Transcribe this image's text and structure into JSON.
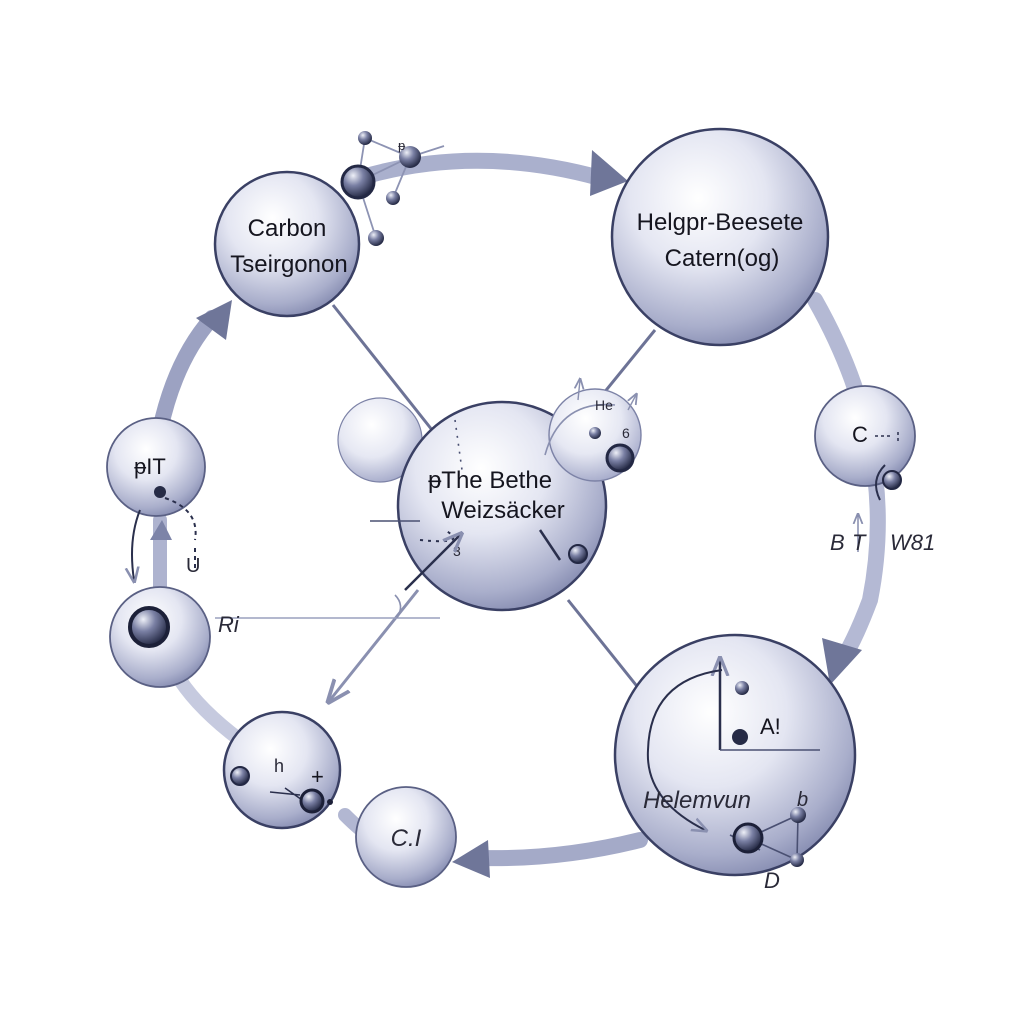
{
  "nodes": {
    "carbon": {
      "line1": "Carbon",
      "line2": "Tseirgonon"
    },
    "helgon": {
      "line1": "Helgpr-Beesete",
      "line2": "Catern(og)"
    },
    "center": {
      "line1": "ᵽThe Bethe",
      "line2": "Weizsäcker",
      "sub": "3"
    },
    "small_he": {
      "line1": "He",
      "line2": "6"
    },
    "right_c": {
      "label": "C"
    },
    "left_top": {
      "label": "ᵽIT"
    },
    "c_bottom": {
      "label": "C.I"
    },
    "bl_node": {
      "label_h": "h",
      "label_plus": "+"
    },
    "helemvun": {
      "label": "Helemvun",
      "label_a": "A!",
      "label_b": "b",
      "label_d": "D"
    }
  },
  "side_labels": {
    "right_b": "B",
    "right_t": "T",
    "right_w": "W81",
    "left_r": "Ri",
    "left_u": "U"
  },
  "colors": {
    "ring": "#7d84a8",
    "sphere_light": "#f4f5fb",
    "sphere_dark": "#8e94b8",
    "outline": "#333a5e"
  }
}
